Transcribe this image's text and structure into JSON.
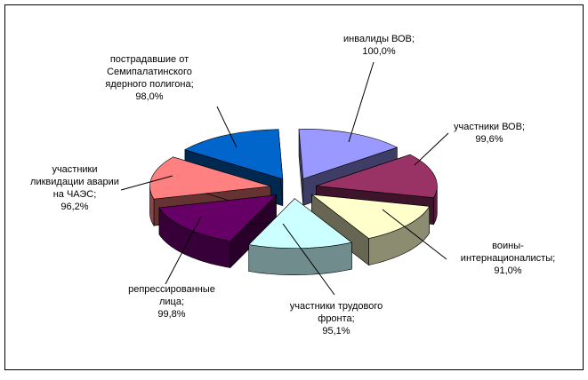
{
  "chart_data": {
    "type": "pie",
    "style": "3d-exploded",
    "title": "",
    "legend": "none",
    "slices": [
      {
        "label": "инвалиды ВОВ;",
        "value_label": "100,0%",
        "value": 100.0,
        "color": "#9999ff"
      },
      {
        "label": "участники ВОВ;",
        "value_label": "99,6%",
        "value": 99.6,
        "color": "#993366"
      },
      {
        "label": "воины-интернационалисты;",
        "value_label": "91,0%",
        "value": 91.0,
        "color": "#ffffcc"
      },
      {
        "label": "участники трудового фронта;",
        "value_label": "95,1%",
        "value": 95.1,
        "color": "#ccffff"
      },
      {
        "label": "репрессированные лица;",
        "value_label": "99,8%",
        "value": 99.8,
        "color": "#660066"
      },
      {
        "label": "участники ликвидации аварии на ЧАЭС;",
        "value_label": "96,2%",
        "value": 96.2,
        "color": "#ff8080"
      },
      {
        "label": "пострадавшие от Семипалатинского ядерного полигона;",
        "value_label": "98,0%",
        "value": 98.0,
        "color": "#0066cc"
      }
    ],
    "label_lines": [
      [
        "инвалиды ВОВ;",
        "100,0%"
      ],
      [
        "участники ВОВ;",
        "99,6%"
      ],
      [
        "воины-",
        "интернационалисты;",
        "91,0%"
      ],
      [
        "участники трудового",
        "фронта;",
        "95,1%"
      ],
      [
        "репрессированные",
        "лица;",
        "99,8%"
      ],
      [
        "участники",
        "ликвидации аварии",
        "на ЧАЭС;",
        "96,2%"
      ],
      [
        "пострадавшие от",
        "Семипалатинского",
        "ядерного полигона;",
        "98,0%"
      ]
    ]
  }
}
